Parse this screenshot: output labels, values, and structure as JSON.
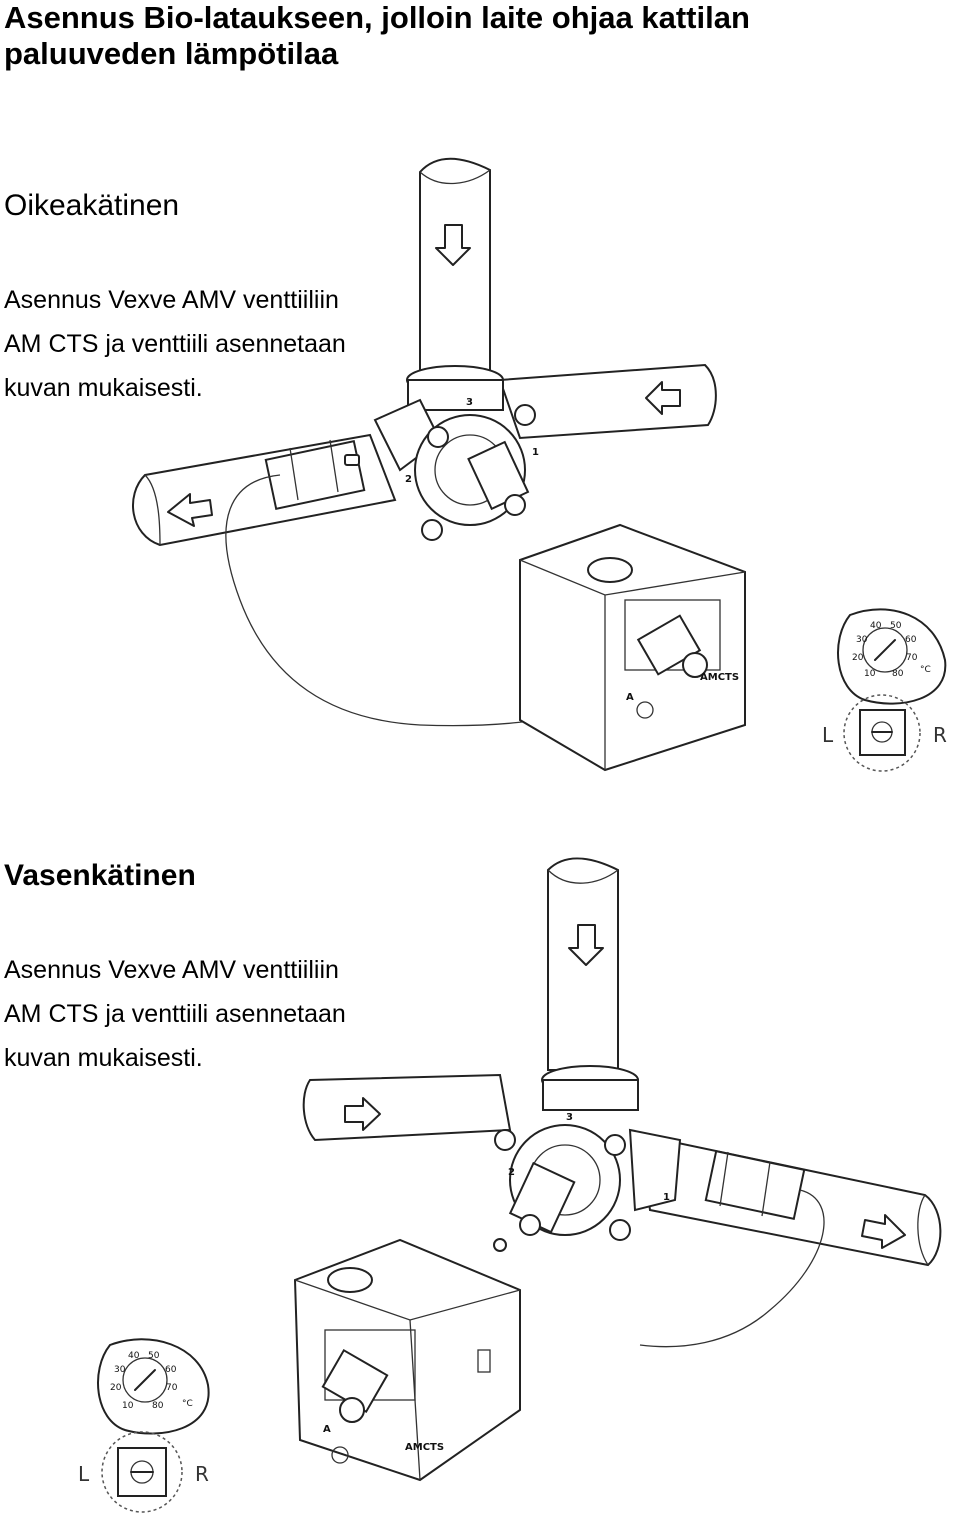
{
  "title": "Asennus Bio-lataukseen, jolloin laite ohjaa kattilan paluuveden lämpötilaa",
  "sections": [
    {
      "heading": "Oikeakätinen",
      "lines": [
        "Asennus Vexve AMV venttiiliin",
        "AM CTS ja venttiili asennetaan",
        "kuvan mukaisesti."
      ],
      "port_labels": [
        "3",
        "2",
        "1"
      ],
      "dial_ticks": [
        "30",
        "40",
        "50",
        "60",
        "20",
        "70",
        "10",
        "80",
        "°C"
      ],
      "actuator_brand": "AMCTS",
      "actuator_letter": "A",
      "left_label": "L",
      "right_label": "R"
    },
    {
      "heading": "Vasenkätinen",
      "lines": [
        "Asennus Vexve AMV venttiiliin",
        "AM CTS ja venttiili asennetaan",
        "kuvan mukaisesti."
      ],
      "port_labels": [
        "3",
        "2",
        "1"
      ],
      "dial_ticks": [
        "30",
        "40",
        "50",
        "60",
        "20",
        "70",
        "10",
        "80",
        "°C"
      ],
      "actuator_brand": "AMCTS",
      "actuator_letter": "A",
      "left_label": "L",
      "right_label": "R"
    }
  ]
}
